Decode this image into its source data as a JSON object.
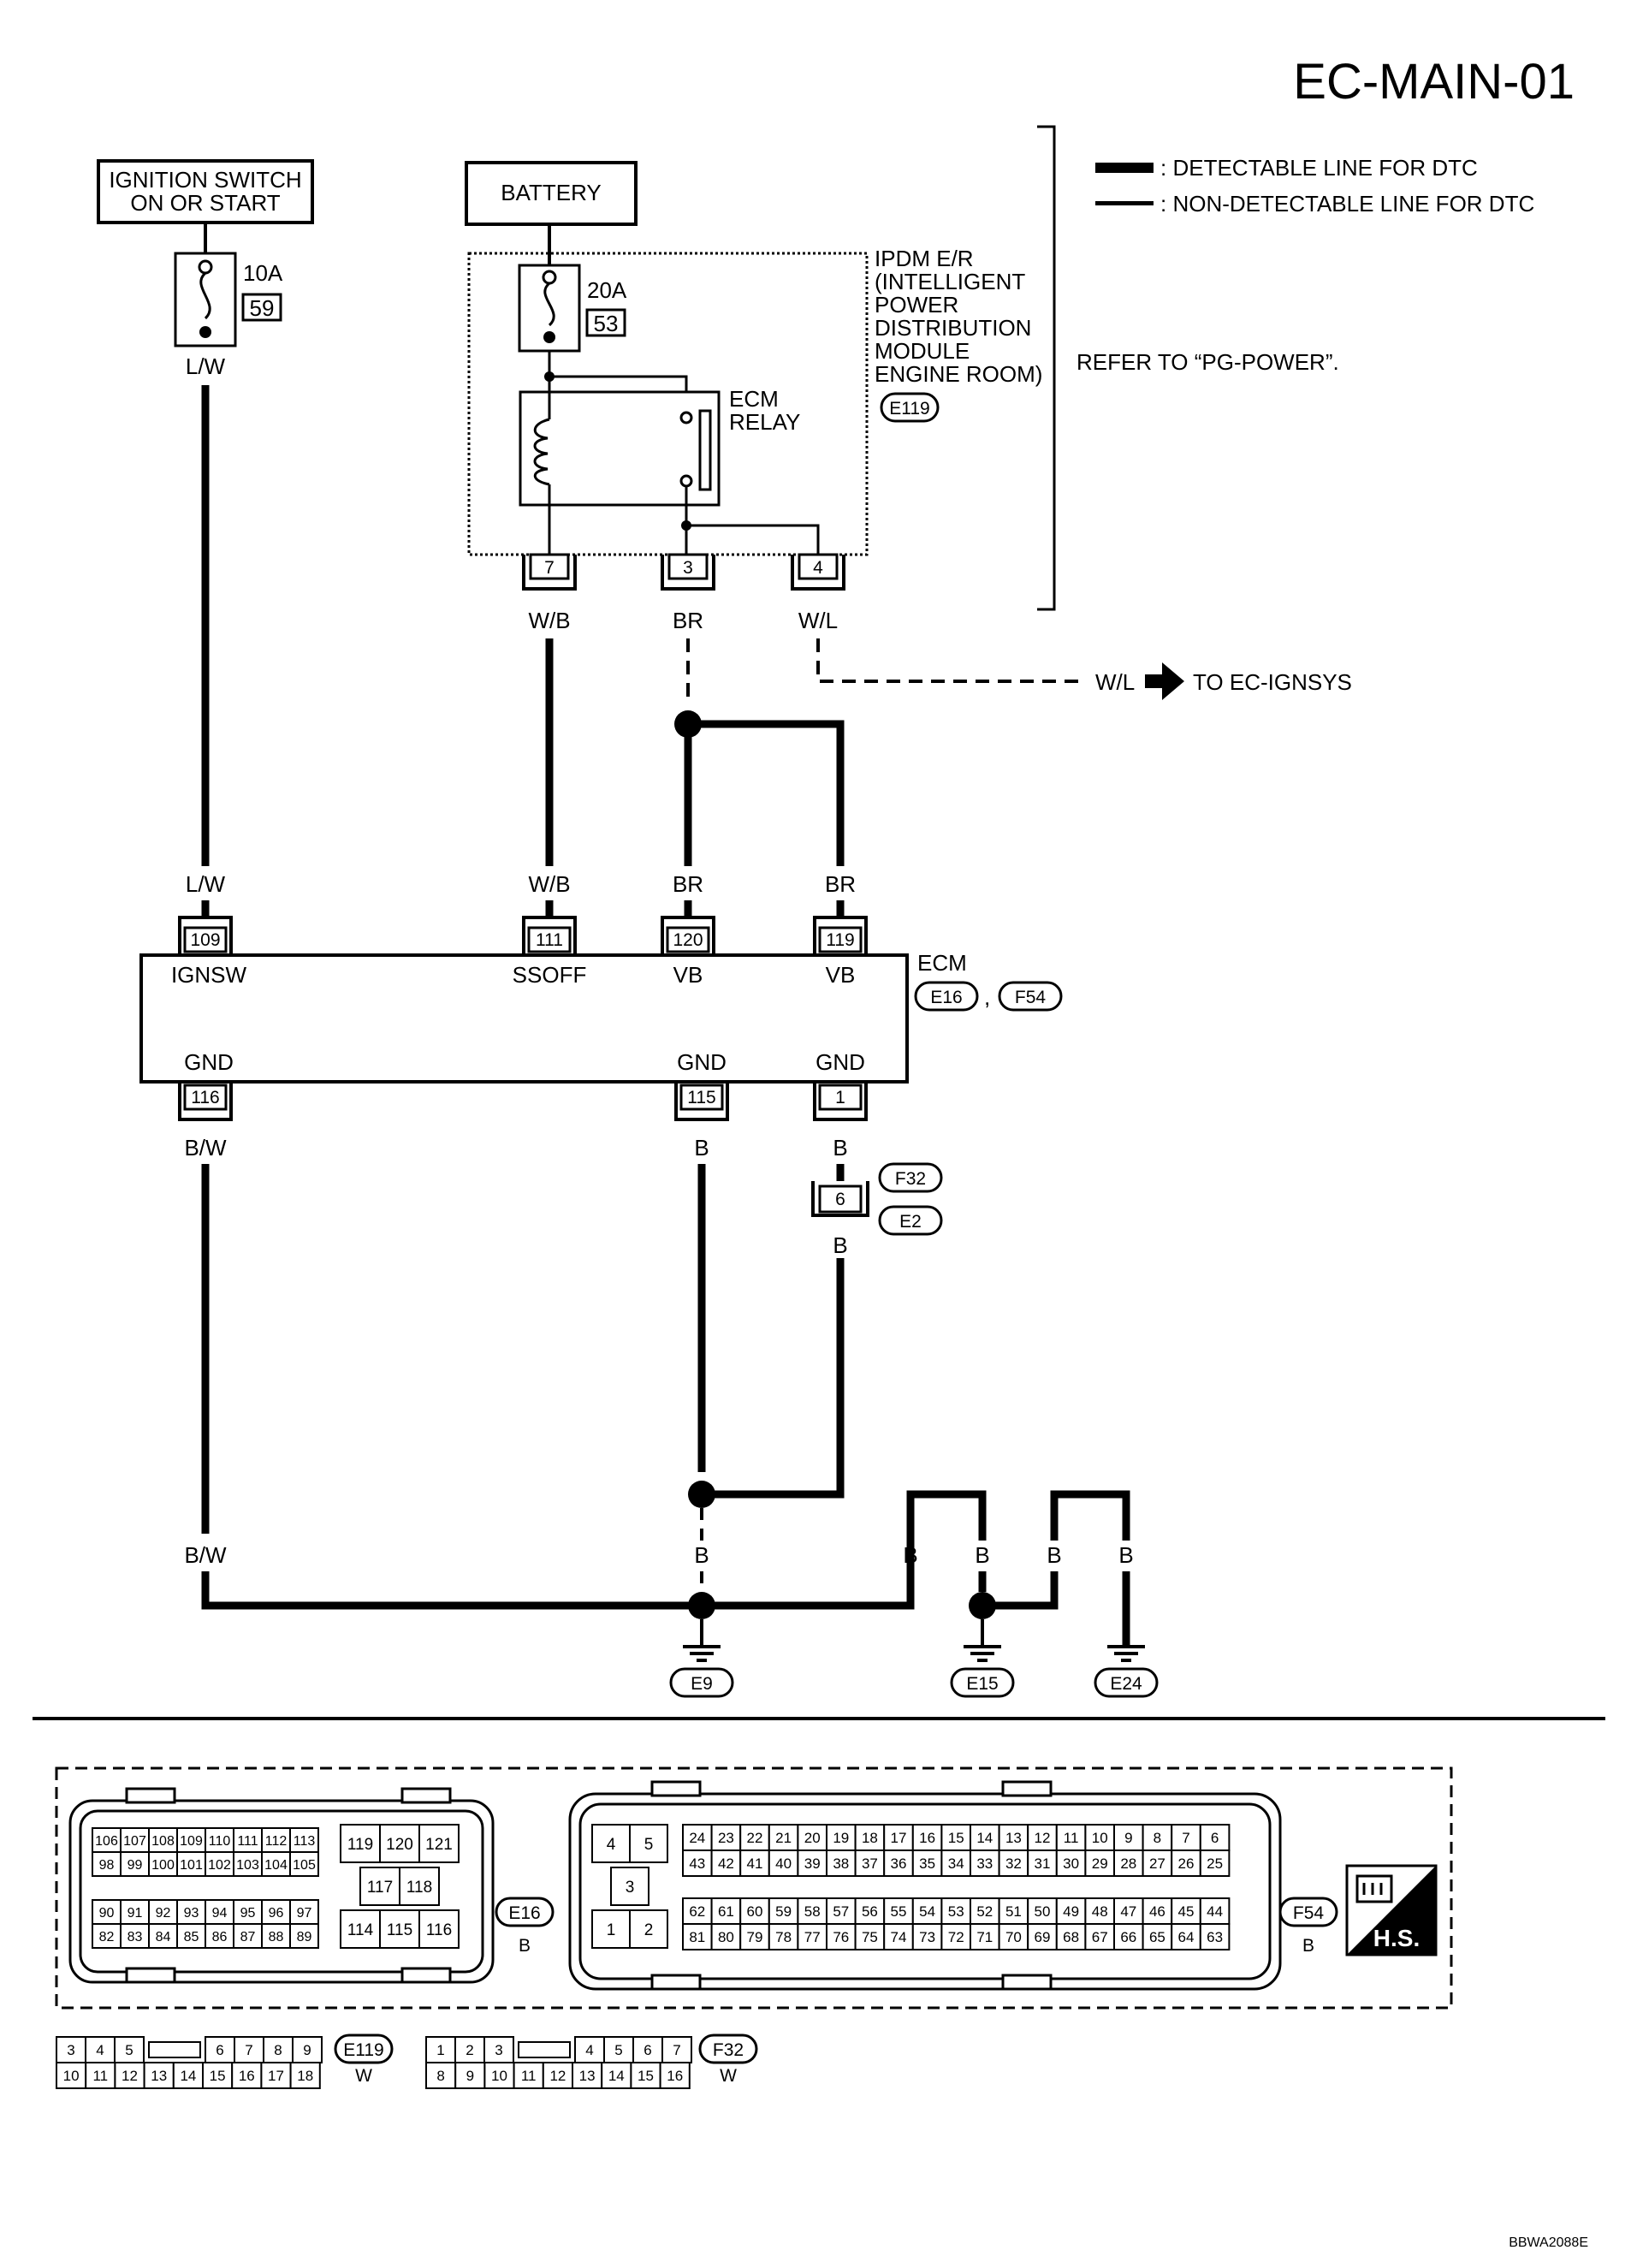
{
  "page_code": "EC-MAIN-01",
  "figure_code": "BBWA2088E",
  "legend": {
    "detectable": ": DETECTABLE LINE FOR DTC",
    "non_detectable": ": NON-DETECTABLE LINE FOR DTC"
  },
  "refer_note": "REFER TO “PG-POWER”.",
  "ignition_switch": {
    "line1": "IGNITION SWITCH",
    "line2": "ON OR START"
  },
  "battery": "BATTERY",
  "fuse_10a": {
    "rating": "10A",
    "number": "59"
  },
  "fuse_20a": {
    "rating": "20A",
    "number": "53"
  },
  "ipdm": {
    "lines": [
      "IPDM E/R",
      "(INTELLIGENT",
      "POWER",
      "DISTRIBUTION",
      "MODULE",
      "ENGINE ROOM)"
    ],
    "connector": "E119"
  },
  "ecm_relay": {
    "line1": "ECM",
    "line2": "RELAY"
  },
  "ipdm_pins": [
    "7",
    "3",
    "4"
  ],
  "wire_colors": {
    "lw": "L/W",
    "wb": "W/B",
    "br": "BR",
    "wl": "W/L",
    "bw": "B/W",
    "b": "B"
  },
  "to_ignsys": "TO EC-IGNSYS",
  "ecm": {
    "label": "ECM",
    "connector_1": "E16",
    "connector_2": "F54",
    "comma": ",",
    "top_pins": [
      {
        "num": "109",
        "name": "IGNSW"
      },
      {
        "num": "111",
        "name": "SSOFF"
      },
      {
        "num": "120",
        "name": "VB"
      },
      {
        "num": "119",
        "name": "VB"
      }
    ],
    "bottom_pins": [
      {
        "num": "116",
        "name": "GND"
      },
      {
        "num": "115",
        "name": "GND"
      },
      {
        "num": "1",
        "name": "GND"
      }
    ]
  },
  "joint_connector": {
    "pin": "6",
    "conn_1": "F32",
    "conn_2": "E2"
  },
  "grounds": [
    "E9",
    "E15",
    "E24"
  ],
  "connector_views": {
    "e16": {
      "id": "E16",
      "color": "B",
      "row_a": [
        "106",
        "107",
        "108",
        "109",
        "110",
        "111",
        "112",
        "113"
      ],
      "row_b": [
        "98",
        "99",
        "100",
        "101",
        "102",
        "103",
        "104",
        "105"
      ],
      "row_c": [
        "90",
        "91",
        "92",
        "93",
        "94",
        "95",
        "96",
        "97"
      ],
      "row_d": [
        "82",
        "83",
        "84",
        "85",
        "86",
        "87",
        "88",
        "89"
      ],
      "grid_top": [
        "119",
        "120",
        "121"
      ],
      "grid_mid": [
        "117",
        "118"
      ],
      "grid_bot": [
        "114",
        "115",
        "116"
      ]
    },
    "f54": {
      "id": "F54",
      "color": "B",
      "small_top": [
        "4",
        "5"
      ],
      "small_mid": [
        "3"
      ],
      "small_bot": [
        "1",
        "2"
      ],
      "row_a": [
        "24",
        "23",
        "22",
        "21",
        "20",
        "19",
        "18",
        "17",
        "16",
        "15",
        "14",
        "13",
        "12",
        "11",
        "10",
        "9",
        "8",
        "7",
        "6"
      ],
      "row_b": [
        "43",
        "42",
        "41",
        "40",
        "39",
        "38",
        "37",
        "36",
        "35",
        "34",
        "33",
        "32",
        "31",
        "30",
        "29",
        "28",
        "27",
        "26",
        "25"
      ],
      "row_c": [
        "62",
        "61",
        "60",
        "59",
        "58",
        "57",
        "56",
        "55",
        "54",
        "53",
        "52",
        "51",
        "50",
        "49",
        "48",
        "47",
        "46",
        "45",
        "44"
      ],
      "row_d": [
        "81",
        "80",
        "79",
        "78",
        "77",
        "76",
        "75",
        "74",
        "73",
        "72",
        "71",
        "70",
        "69",
        "68",
        "67",
        "66",
        "65",
        "64",
        "63"
      ]
    },
    "e119": {
      "id": "E119",
      "color": "W",
      "top_left": [
        "3",
        "4",
        "5"
      ],
      "top_right": [
        "6",
        "7",
        "8",
        "9"
      ],
      "bottom": [
        "10",
        "11",
        "12",
        "13",
        "14",
        "15",
        "16",
        "17",
        "18"
      ]
    },
    "f32": {
      "id": "F32",
      "color": "W",
      "top_left": [
        "1",
        "2",
        "3"
      ],
      "top_right": [
        "4",
        "5",
        "6",
        "7"
      ],
      "bottom": [
        "8",
        "9",
        "10",
        "11",
        "12",
        "13",
        "14",
        "15",
        "16"
      ]
    },
    "hs_label": "H.S."
  }
}
